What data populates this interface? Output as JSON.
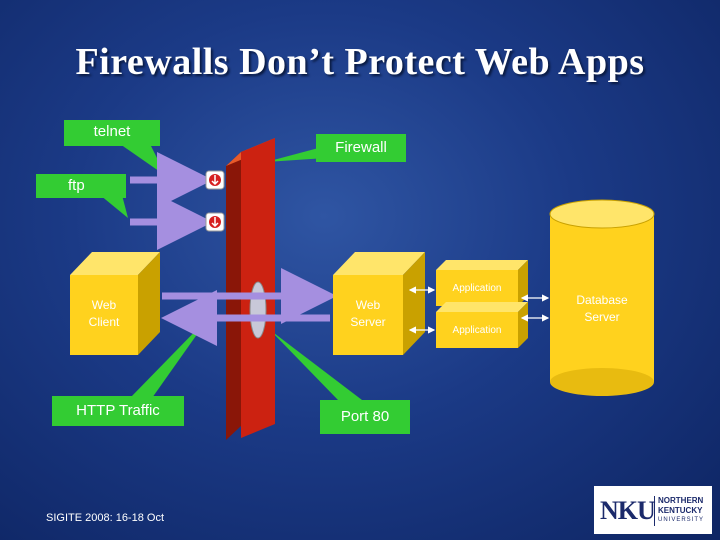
{
  "title": "Firewalls Don’t Protect Web Apps",
  "callouts": {
    "telnet": "telnet",
    "firewall": "Firewall",
    "ftp": "ftp",
    "http": "HTTP Traffic",
    "port": "Port 80"
  },
  "boxes": {
    "web_client": "Web\nClient",
    "web_server": "Web\nServer",
    "app_top": "Application",
    "app_bottom": "Application",
    "database": "Database\nServer"
  },
  "footer": "SIGITE 2008: 16-18 Oct",
  "logo": {
    "mark": "NKU",
    "line1": "NORTHERN",
    "line2": "KENTUCKY",
    "line3": "UNIVERSITY"
  },
  "colors": {
    "background": "#1b3a86",
    "callout_green": "#33cc33",
    "box_yellow": "#ffd21e",
    "firewall_red": "#cc2211",
    "arrow_lavender": "#a58fe0"
  }
}
